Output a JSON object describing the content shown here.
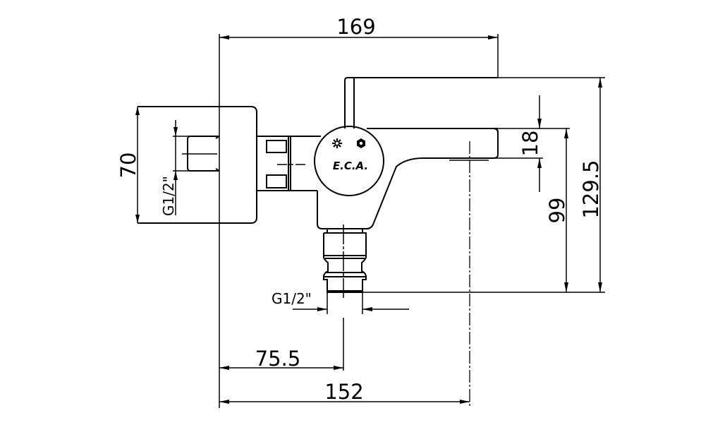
{
  "drawing": {
    "subject": "wall-mounted tap, technical dimension drawing",
    "logo_text": "E.C.A.",
    "symbols": [
      "cold-water-snowflake",
      "hex-nut"
    ]
  },
  "dimensions": {
    "overall_width": "169",
    "body_height_left": "70",
    "left_thread": "G1/2\"",
    "spout_thickness": "18",
    "spout_to_outlet": "99",
    "total_height": "129.5",
    "bottom_thread": "G1/2\"",
    "wall_to_inlet_axis": "75.5",
    "wall_to_spout_axis": "152"
  }
}
